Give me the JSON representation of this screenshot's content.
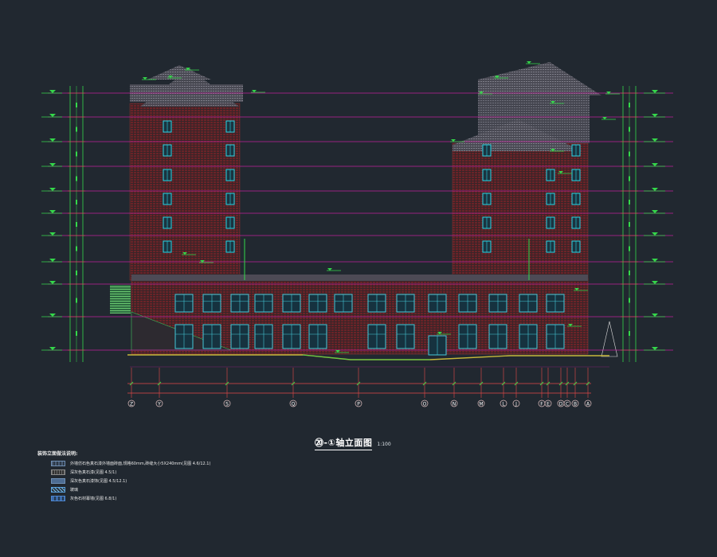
{
  "drawing": {
    "title": "⑳-①轴立面图",
    "scale": "1:100"
  },
  "grid_axes": [
    "Z",
    "Y",
    "S",
    "Q",
    "P",
    "O",
    "N",
    "M",
    "L",
    "J",
    "F",
    "E",
    "D",
    "C",
    "B",
    "A"
  ],
  "legend": {
    "heading": "装饰立面做法说明:",
    "items": [
      {
        "swatch": "sw0",
        "text": "外墙仿石色真石漆外墙面砖面,规格60mm,砖缝大小5X240mm(见图 4.6/12.1)"
      },
      {
        "swatch": "sw1",
        "text": "深灰色真石漆(见图 4.5/1)"
      },
      {
        "swatch": "sw2",
        "text": "深灰色真石漆饰(见图 4.5/12.1)"
      },
      {
        "swatch": "sw3",
        "text": "玻璃"
      },
      {
        "swatch": "sw4",
        "text": "灰色石材幕墙(见图 6.8/1)"
      }
    ]
  },
  "colors": {
    "background": "#212830",
    "level_line": "#c0219a",
    "dimension": "#e64848",
    "annotation": "#34d84a",
    "glazing": "#45c8d8",
    "mullion": "#2ad6e6",
    "brick": "#6e2020",
    "roof": "#5f5f6a",
    "ground": "#c8b83a"
  }
}
